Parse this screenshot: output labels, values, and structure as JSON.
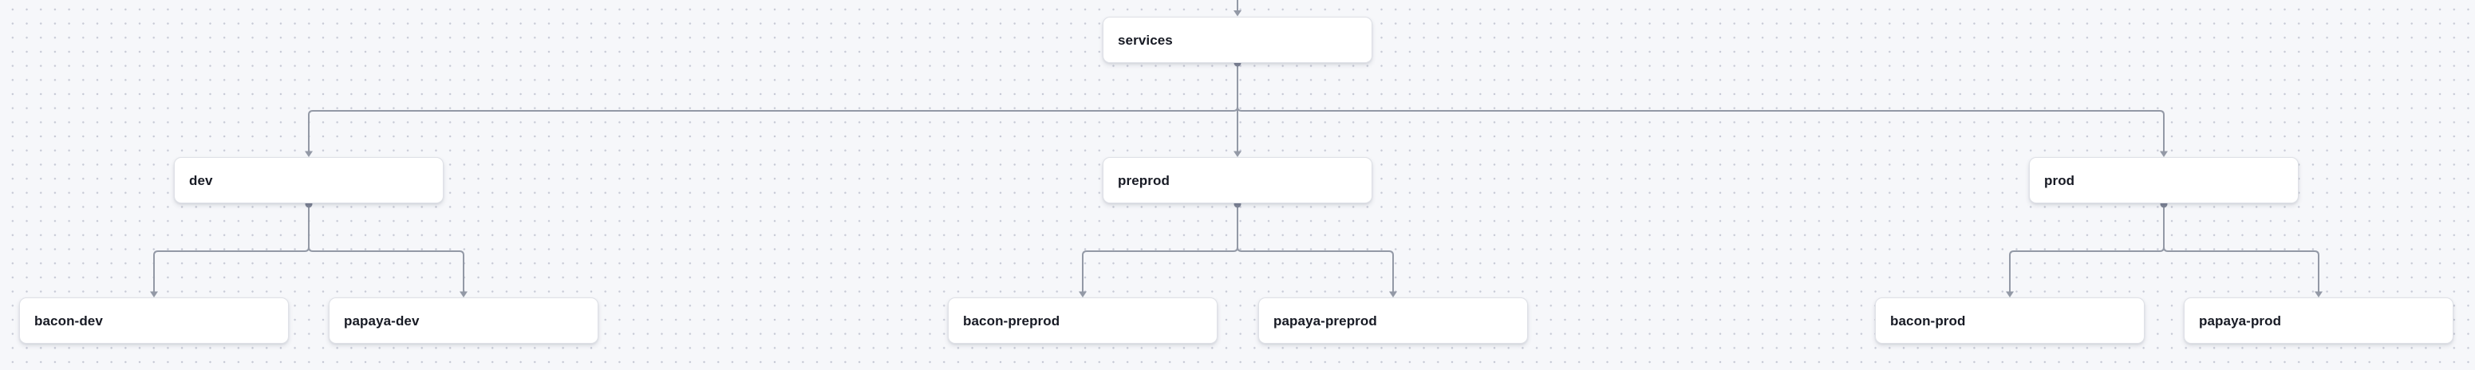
{
  "canvas": {
    "kind": "flow-diagram-canvas",
    "background_color": "#f6f7fa",
    "dot_grid_color": "#c6c9d5"
  },
  "theme": {
    "canvas_bg": "#f6f7fa",
    "dot_color": "#c6c9d5",
    "node_bg": "#ffffff",
    "node_border": "#dfe1e7",
    "node_text": "#171a24",
    "edge_color": "#9399a6",
    "handle_color": "#7f8596"
  },
  "nodes": [
    {
      "id": "services",
      "label": "services",
      "level": 0
    },
    {
      "id": "dev",
      "label": "dev",
      "level": 1
    },
    {
      "id": "preprod",
      "label": "preprod",
      "level": 1
    },
    {
      "id": "prod",
      "label": "prod",
      "level": 1
    },
    {
      "id": "bacon-dev",
      "label": "bacon-dev",
      "level": 2
    },
    {
      "id": "papaya-dev",
      "label": "papaya-dev",
      "level": 2
    },
    {
      "id": "bacon-preprod",
      "label": "bacon-preprod",
      "level": 2
    },
    {
      "id": "papaya-preprod",
      "label": "papaya-preprod",
      "level": 2
    },
    {
      "id": "bacon-prod",
      "label": "bacon-prod",
      "level": 2
    },
    {
      "id": "papaya-prod",
      "label": "papaya-prod",
      "level": 2
    }
  ],
  "edges": [
    {
      "from": "offscreen-parent",
      "to": "services"
    },
    {
      "from": "services",
      "to": "dev"
    },
    {
      "from": "services",
      "to": "preprod"
    },
    {
      "from": "services",
      "to": "prod"
    },
    {
      "from": "dev",
      "to": "bacon-dev"
    },
    {
      "from": "dev",
      "to": "papaya-dev"
    },
    {
      "from": "preprod",
      "to": "bacon-preprod"
    },
    {
      "from": "preprod",
      "to": "papaya-preprod"
    },
    {
      "from": "prod",
      "to": "bacon-prod"
    },
    {
      "from": "prod",
      "to": "papaya-prod"
    }
  ]
}
